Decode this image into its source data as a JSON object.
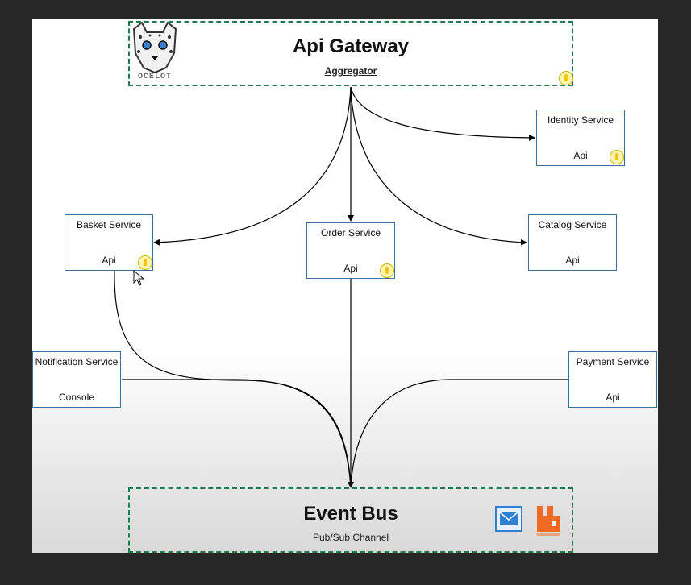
{
  "gateway": {
    "title": "Api Gateway",
    "subtitle": "Aggregator",
    "logo_text": "OCELOT"
  },
  "services": {
    "identity": {
      "name": "Identity Service",
      "kind": "Api"
    },
    "basket": {
      "name": "Basket Service",
      "kind": "Api"
    },
    "order": {
      "name": "Order Service",
      "kind": "Api"
    },
    "catalog": {
      "name": "Catalog Service",
      "kind": "Api"
    },
    "notification": {
      "name": "Notification Service",
      "kind": "Console"
    },
    "payment": {
      "name": "Payment Service",
      "kind": "Api"
    }
  },
  "event_bus": {
    "title": "Event Bus",
    "subtitle": "Pub/Sub Channel"
  },
  "icons": [
    "key-icon",
    "ocelot-logo",
    "mail-icon",
    "rabbitmq-logo",
    "mouse-cursor"
  ],
  "colors": {
    "group_border": "#1f7a4d",
    "service_border": "#3c6e9c",
    "background": "#262626"
  }
}
